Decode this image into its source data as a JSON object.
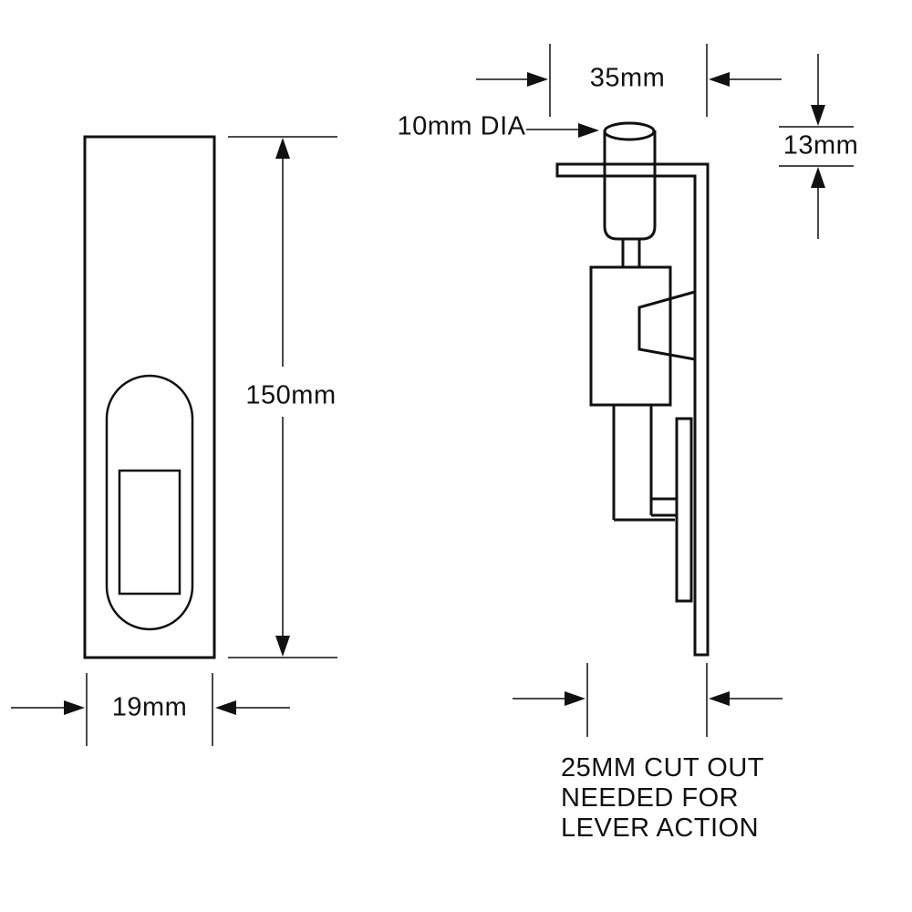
{
  "drawing": {
    "title": "flush-bolt-technical-drawing",
    "colors": {
      "background": "#ffffff",
      "outline": "#111111",
      "dimension_line": "#4a4a4a",
      "text": "#111111"
    },
    "dimensions": {
      "height": {
        "label": "150mm"
      },
      "width": {
        "label": "19mm"
      },
      "top_width": {
        "label": "35mm"
      },
      "pin_diameter": {
        "label": "10mm DIA"
      },
      "pin_protrusion": {
        "label": "13mm"
      },
      "cutout_note": {
        "line1": "25MM CUT OUT",
        "line2": "NEEDED FOR",
        "line3": "LEVER ACTION"
      }
    }
  }
}
